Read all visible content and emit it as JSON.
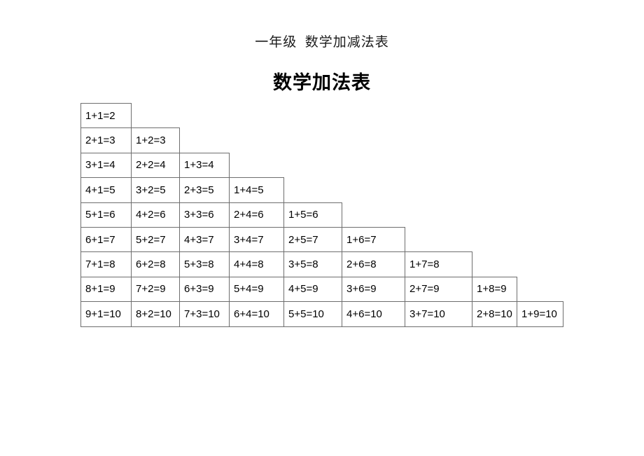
{
  "document": {
    "header": "一年级  数学加减法表",
    "title": "数学加法表"
  },
  "table": {
    "description": "staircase addition table, row n has n equations summing to n+1",
    "rows": [
      [
        "1+1=2"
      ],
      [
        "2+1=3",
        "1+2=3"
      ],
      [
        "3+1=4",
        "2+2=4",
        "1+3=4"
      ],
      [
        "4+1=5",
        "3+2=5",
        "2+3=5",
        "1+4=5"
      ],
      [
        "5+1=6",
        "4+2=6",
        "3+3=6",
        "2+4=6",
        "1+5=6"
      ],
      [
        "6+1=7",
        "5+2=7",
        "4+3=7",
        "3+4=7",
        "2+5=7",
        "1+6=7"
      ],
      [
        "7+1=8",
        "6+2=8",
        "5+3=8",
        "4+4=8",
        "3+5=8",
        "2+6=8",
        "1+7=8"
      ],
      [
        "8+1=9",
        "7+2=9",
        "6+3=9",
        "5+4=9",
        "4+5=9",
        "3+6=9",
        "2+7=9",
        "1+8=9"
      ],
      [
        "9+1=10",
        "8+2=10",
        "7+3=10",
        "6+4=10",
        "5+5=10",
        "4+6=10",
        "3+7=10",
        "2+8=10",
        "1+9=10"
      ]
    ]
  },
  "colors": {
    "background": "#ffffff",
    "text": "#000000",
    "table_border": "#6e6e6e"
  }
}
